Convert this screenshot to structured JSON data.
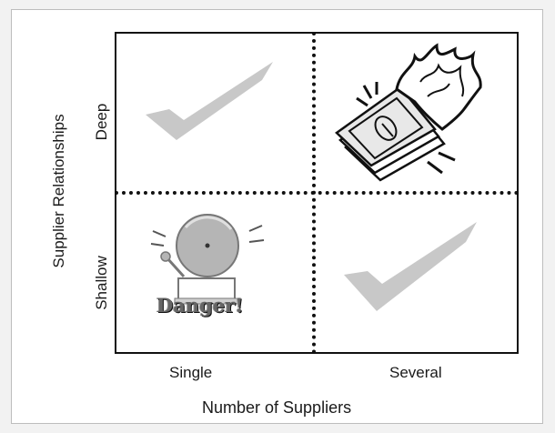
{
  "y_axis": {
    "title": "Supplier Relationships",
    "top_label": "Deep",
    "bottom_label": "Shallow"
  },
  "x_axis": {
    "title": "Number of Suppliers",
    "left_label": "Single",
    "right_label": "Several"
  },
  "quadrants": {
    "top_left": {
      "icon": "checkmark-icon"
    },
    "top_right": {
      "icon": "burning-money-icon"
    },
    "bottom_left": {
      "icon": "alarm-bell-icon",
      "caption": "Danger!"
    },
    "bottom_right": {
      "icon": "checkmark-icon"
    }
  },
  "colors": {
    "checkmark": "#c8c8c8",
    "ink": "#111111",
    "bell": "#b5b5b5"
  }
}
